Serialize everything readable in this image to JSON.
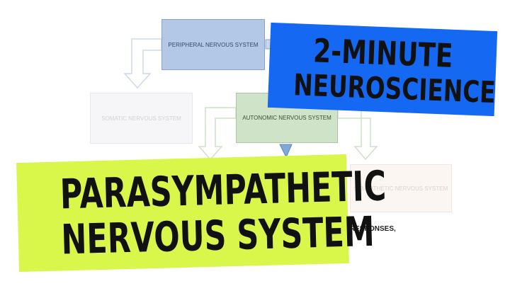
{
  "diagram": {
    "nodes": {
      "peripheral": "PERIPHERAL NERVOUS SYSTEM",
      "somatic": "SOMATIC NERVOUS SYSTEM",
      "autonomic": "AUTONOMIC NERVOUS SYSTEM",
      "sympathetic": "SYMPATHETIC NERVOUS SYSTEM"
    },
    "partial_text": "” RESPONSES,"
  },
  "banners": {
    "series_line1": "2-MINUTE",
    "series_line2": "NEUROSCIENCE",
    "topic_line1": "PARASYMPATHETIC",
    "topic_line2": "NERVOUS SYSTEM"
  },
  "colors": {
    "series_banner": "#1468f2",
    "topic_banner": "#d8f74a",
    "peripheral_box": "#b3c7e6",
    "autonomic_box": "#cfe3c9"
  }
}
